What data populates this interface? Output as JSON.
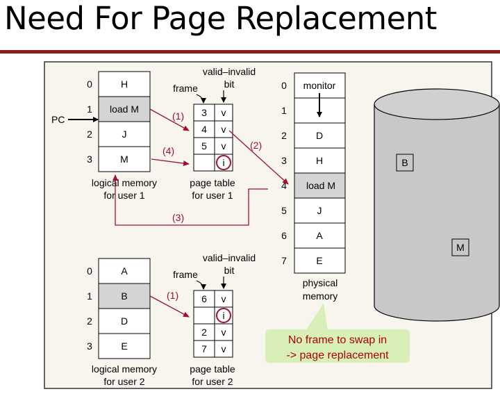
{
  "title": "Need For Page Replacement",
  "colors": {
    "title_rule": "#8b1a1a",
    "figure_bg": "#f7f5ee",
    "highlight_cell": "#d4d4d4",
    "arrow_red": "#a0102a",
    "disk_fill": "#c8c8c8",
    "note_fill": "#d8f0b8",
    "note_text": "#b00000"
  },
  "user1": {
    "logical_memory": {
      "indices": [
        "0",
        "1",
        "2",
        "3"
      ],
      "cells": [
        "H",
        "load M",
        "J",
        "M"
      ],
      "caption_line1": "logical memory",
      "caption_line2": "for user 1"
    },
    "pc_label": "PC",
    "page_table": {
      "header_valid": "valid–invalid",
      "header_bit": "bit",
      "header_frame": "frame",
      "frames": [
        "3",
        "4",
        "5",
        ""
      ],
      "bits": [
        "v",
        "v",
        "v",
        "i"
      ],
      "caption_line1": "page table",
      "caption_line2": "for user 1"
    }
  },
  "user2": {
    "logical_memory": {
      "indices": [
        "0",
        "1",
        "2",
        "3"
      ],
      "cells": [
        "A",
        "B",
        "D",
        "E"
      ],
      "caption_line1": "logical memory",
      "caption_line2": "for user 2"
    },
    "page_table": {
      "header_valid": "valid–invalid",
      "header_bit": "bit",
      "header_frame": "frame",
      "frames": [
        "6",
        "",
        "2",
        "7"
      ],
      "bits": [
        "v",
        "i",
        "v",
        "v"
      ],
      "caption_line1": "page table",
      "caption_line2": "for user 2"
    }
  },
  "physical_memory": {
    "indices": [
      "0",
      "1",
      "2",
      "3",
      "4",
      "5",
      "6",
      "7"
    ],
    "cells": [
      "monitor",
      "",
      "D",
      "H",
      "load M",
      "J",
      "A",
      "E"
    ],
    "caption_line1": "physical",
    "caption_line2": "memory"
  },
  "step_labels": {
    "step1_user1": "(1)",
    "step2": "(2)",
    "step3": "(3)",
    "step4": "(4)",
    "step1_user2": "(1)"
  },
  "disk": {
    "items": [
      "B",
      "M"
    ]
  },
  "note": {
    "line1": "No frame to swap in",
    "line2": "-> page replacement"
  }
}
